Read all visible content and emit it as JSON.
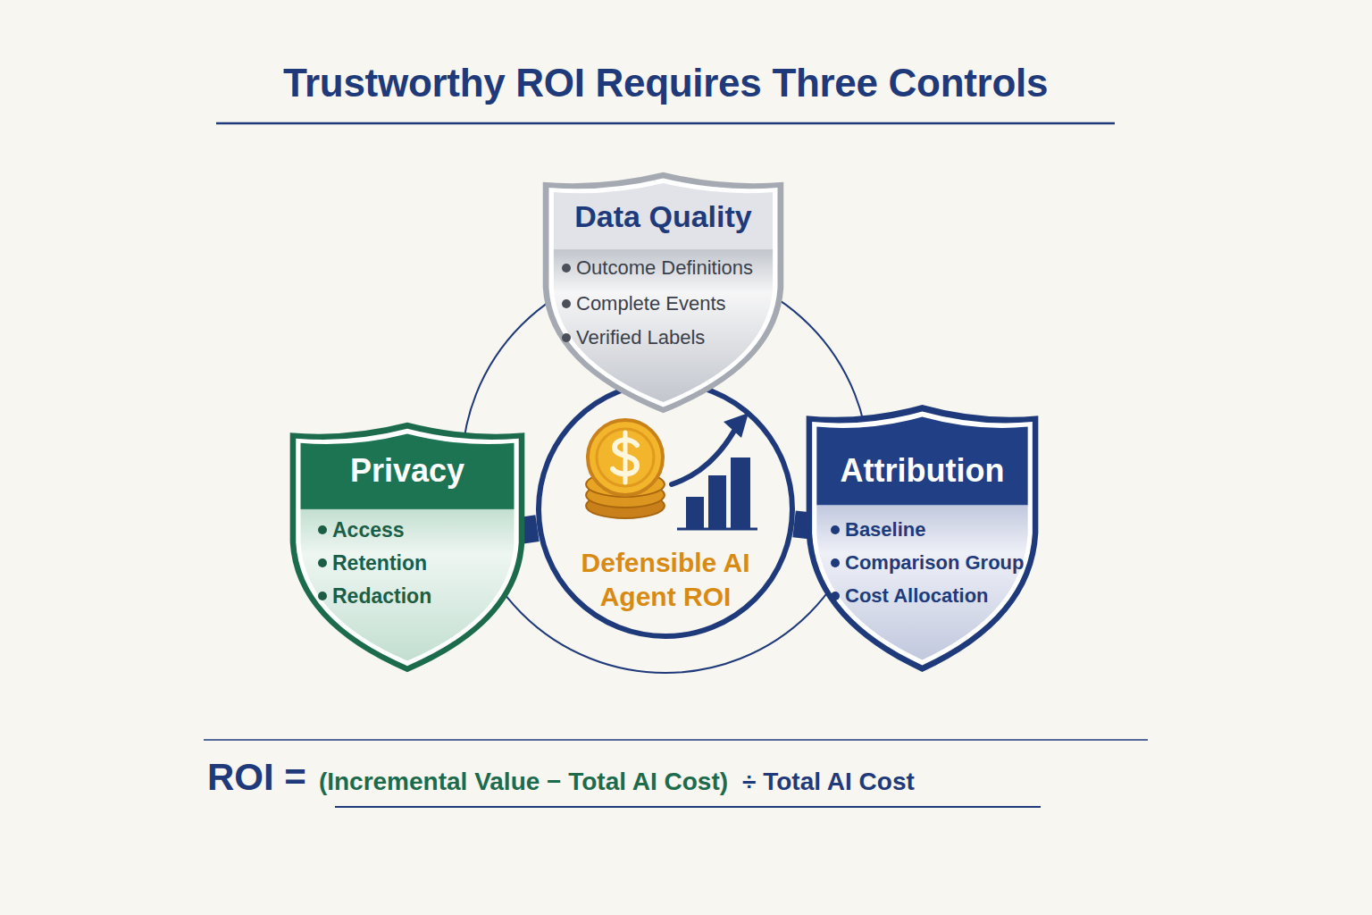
{
  "diagram": {
    "title": "Trustworthy ROI Requires Three Controls",
    "nodes": [
      {
        "text": [
          "Data Quality",
          "Outcome Definitions",
          "Complete Events",
          "Verified Labels"
        ]
      },
      {
        "text": [
          "Privacy",
          "Access",
          "Retention",
          "Redaction"
        ]
      },
      {
        "text": [
          "Defensible AI Agent ROI"
        ]
      },
      {
        "text": [
          "Attribution",
          "Baseline",
          "Comparison Group",
          "Cost Allocation"
        ]
      }
    ],
    "edges": [
      {
        "from": 1,
        "to": 2,
        "arrow": "none"
      },
      {
        "from": 3,
        "to": 2,
        "arrow": "none"
      }
    ],
    "labels": [
      "ROI =",
      "(Incremental Value − Total AI Cost)",
      "÷ Total AI Cost"
    ]
  }
}
